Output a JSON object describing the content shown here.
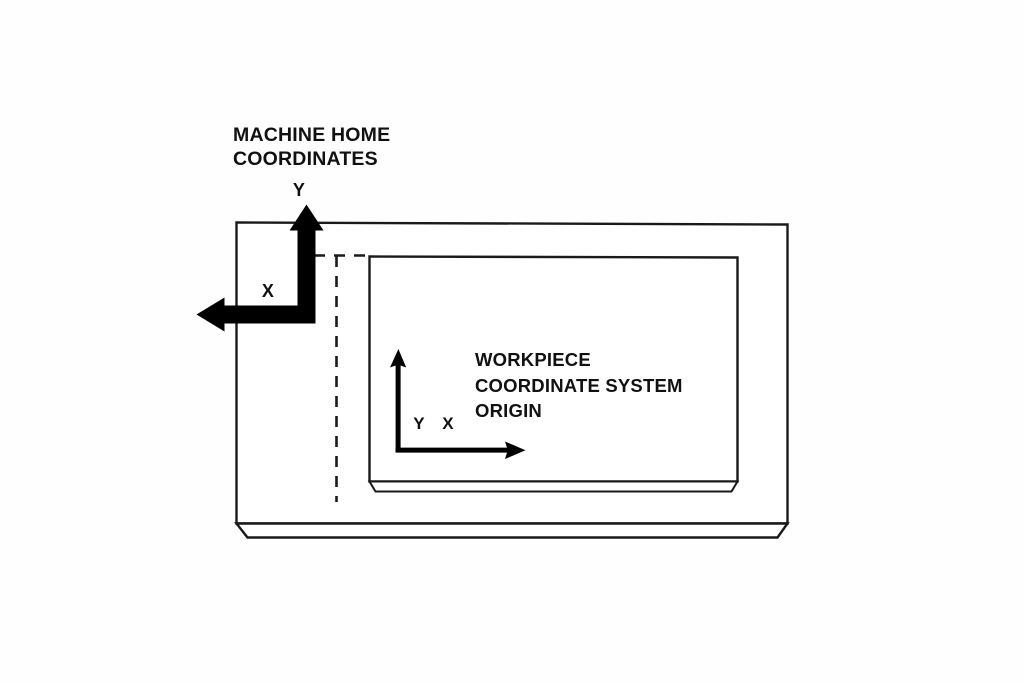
{
  "diagram": {
    "background_color": "#fefefe",
    "line_color": "#1a1a1a",
    "accent_color": "#000000",
    "machine_home": {
      "title_line1": "MACHINE HOME",
      "title_line2": "COORDINATES",
      "y_axis_label": "Y",
      "x_axis_label": "X"
    },
    "workpiece": {
      "title_line1": "WORKPIECE",
      "title_line2": "COORDINATE SYSTEM",
      "title_line3": "ORIGIN",
      "y_axis_label": "Y",
      "x_axis_label": "X"
    },
    "parts": {
      "machine_table_name": "machine-table",
      "workpiece_name": "workpiece-block",
      "reference_line_name": "reference-dashed-line"
    }
  }
}
